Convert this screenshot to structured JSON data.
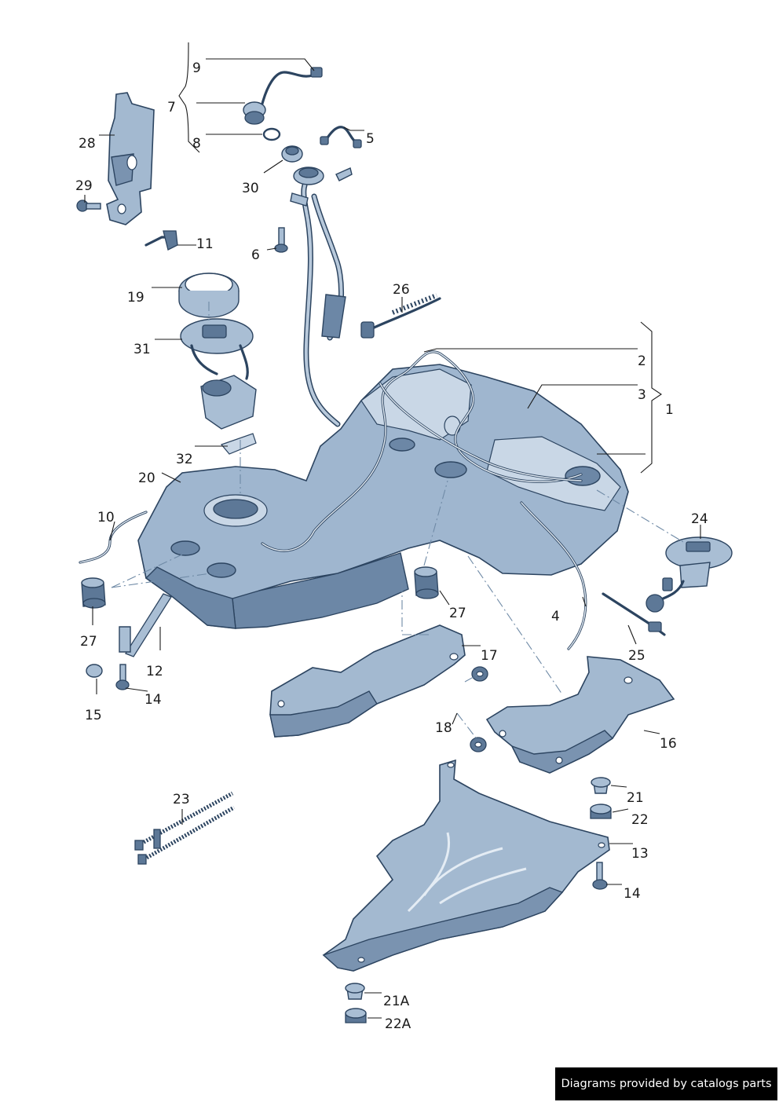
{
  "callouts": {
    "c1": "1",
    "c2": "2",
    "c3": "3",
    "c4": "4",
    "c5": "5",
    "c6": "6",
    "c7": "7",
    "c8": "8",
    "c9": "9",
    "c10": "10",
    "c11": "11",
    "c12": "12",
    "c13": "13",
    "c14a": "14",
    "c14b": "14",
    "c15": "15",
    "c16": "16",
    "c17": "17",
    "c18": "18",
    "c19": "19",
    "c20": "20",
    "c21": "21",
    "c21a": "21A",
    "c22": "22",
    "c22a": "22A",
    "c23": "23",
    "c24": "24",
    "c25": "25",
    "c26": "26",
    "c27a": "27",
    "c27b": "27",
    "c28": "28",
    "c29": "29",
    "c30": "30",
    "c31": "31",
    "c32": "32"
  },
  "footer": {
    "text": "Diagrams provided by catalogs parts"
  },
  "colors": {
    "part_fill": "#9fb6cf",
    "outline": "#2c4460",
    "footer_bg": "#000000"
  }
}
